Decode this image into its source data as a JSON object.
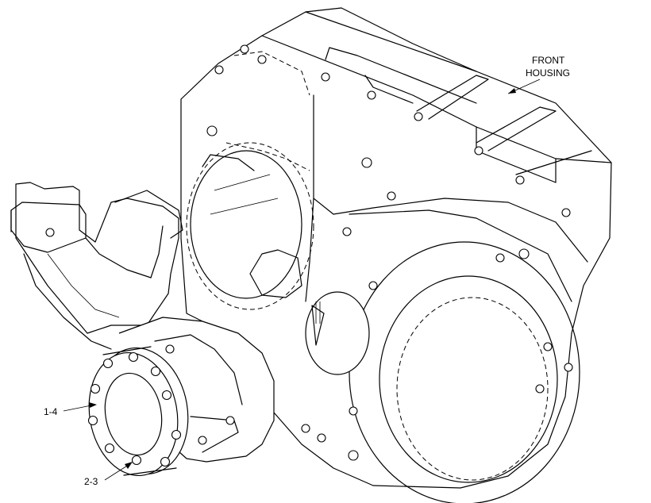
{
  "callouts": {
    "front_housing_line1": "FRONT",
    "front_housing_line2": "HOUSING",
    "item_1_4": "1-4",
    "item_2_3": "2-3"
  }
}
